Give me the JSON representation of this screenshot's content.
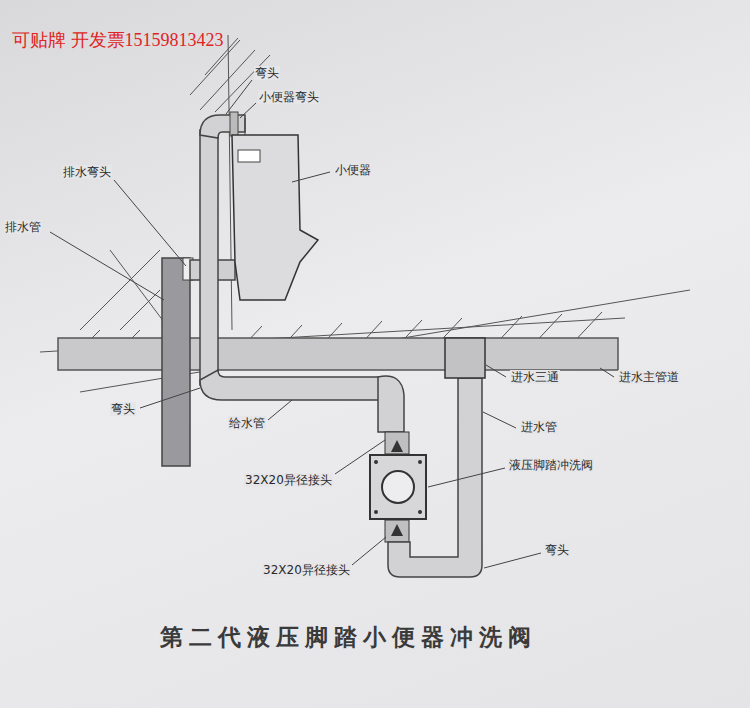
{
  "diagram": {
    "title": "第二代液压脚踏小便器冲洗阀",
    "labels": [
      "可贴牌 开发票15159813423",
      "弯头",
      "小便器弯头",
      "小便器",
      "排水弯头",
      "排水管",
      "弯头",
      "给水管",
      "32X20异径接头",
      "液压脚踏冲洗阀",
      "32X20异径接头",
      "弯头",
      "进水三通",
      "进水主管道",
      "进水管"
    ]
  }
}
